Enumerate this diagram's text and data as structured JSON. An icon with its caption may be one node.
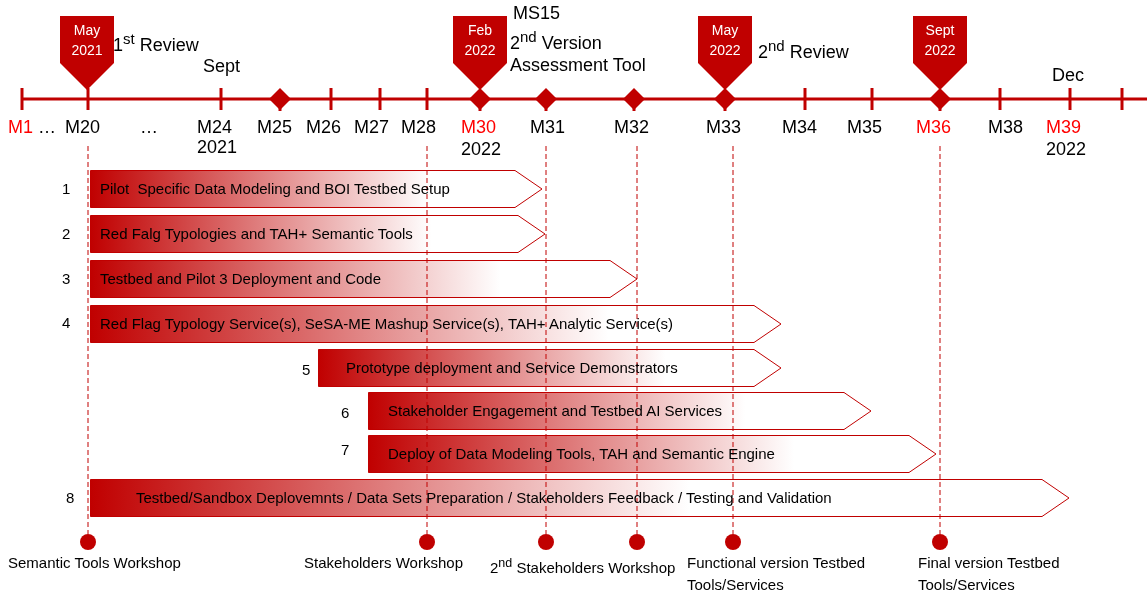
{
  "diagram": {
    "nodes": [
      {
        "text": [
          "May 2021"
        ],
        "beside": [
          "1$^{st}$ Review"
        ]
      },
      {
        "text": [
          "Feb 2022"
        ],
        "beside": [
          "MS15",
          "2$^{nd}$ Version Assessment Tool"
        ]
      },
      {
        "text": [
          "May 2022"
        ],
        "beside": [
          "2$^{nd}$ Review"
        ]
      },
      {
        "text": [
          "Sept 2022"
        ]
      },
      {
        "text": [
          "Pilot  Specific Data Modeling and BOI Testbed Setup"
        ],
        "beside": [
          "1"
        ]
      },
      {
        "text": [
          "Red Falg Typologies and TAH+ Semantic Tools"
        ],
        "beside": [
          "2"
        ]
      },
      {
        "text": [
          "Testbed and Pilot 3 Deployment and Code"
        ],
        "beside": [
          "3"
        ]
      },
      {
        "text": [
          "Red Flag Typology Service(s), SeSA-ME Mashup Service(s), TAH+ Analytic Service(s)"
        ],
        "beside": [
          "4"
        ]
      },
      {
        "text": [
          "Prototype deployment and Service Demonstrators"
        ],
        "beside": [
          "5"
        ]
      },
      {
        "text": [
          "Stakeholder Engagement and Testbed AI Services"
        ],
        "beside": [
          "6"
        ]
      },
      {
        "text": [
          "Deploy of Data Modeling Tools, TAH and Semantic Engine"
        ],
        "beside": [
          "7"
        ]
      },
      {
        "text": [
          "Testbed/Sandbox Deplovemnts / Data Sets Preparation / Stakeholders Feedback / Testing and Validation"
        ],
        "beside": [
          "8"
        ]
      },
      {
        "text": [],
        "shape": "circle",
        "beside": [
          "Semantic Tools Workshop"
        ]
      },
      {
        "text": [],
        "shape": "circle",
        "beside": [
          "Stakeholders Workshop"
        ]
      },
      {
        "text": [],
        "shape": "circle",
        "beside": [
          "2$^{nd}$ Stakeholders Workshop"
        ]
      },
      {
        "text": [],
        "shape": "circle"
      },
      {
        "text": [],
        "shape": "circle",
        "beside": [
          "Functional version Testbed Tools/Services"
        ]
      },
      {
        "text": [],
        "shape": "circle",
        "beside": [
          "Final version Testbed Tools/Services"
        ]
      }
    ],
    "edges": [
      {
        "from": null,
        "to": 12,
        "arrow": "none",
        "style": "dashed"
      },
      {
        "from": null,
        "to": 13,
        "arrow": "none",
        "style": "dashed"
      },
      {
        "from": null,
        "to": 14,
        "arrow": "none",
        "style": "dashed"
      },
      {
        "from": null,
        "to": 15,
        "arrow": "none",
        "style": "dashed"
      },
      {
        "from": null,
        "to": 16,
        "arrow": "none",
        "style": "dashed"
      },
      {
        "from": null,
        "to": 17,
        "arrow": "none",
        "style": "dashed"
      }
    ],
    "labels": [
      "Sept",
      "Dec",
      "M1",
      "…",
      "M20",
      "…",
      "M24",
      "M25",
      "M26",
      "M27",
      "M28",
      "M30",
      "M31",
      "M32",
      "M33",
      "M34",
      "M35",
      "M36",
      "M38",
      "M39",
      "2021",
      "2022",
      "2022"
    ]
  }
}
